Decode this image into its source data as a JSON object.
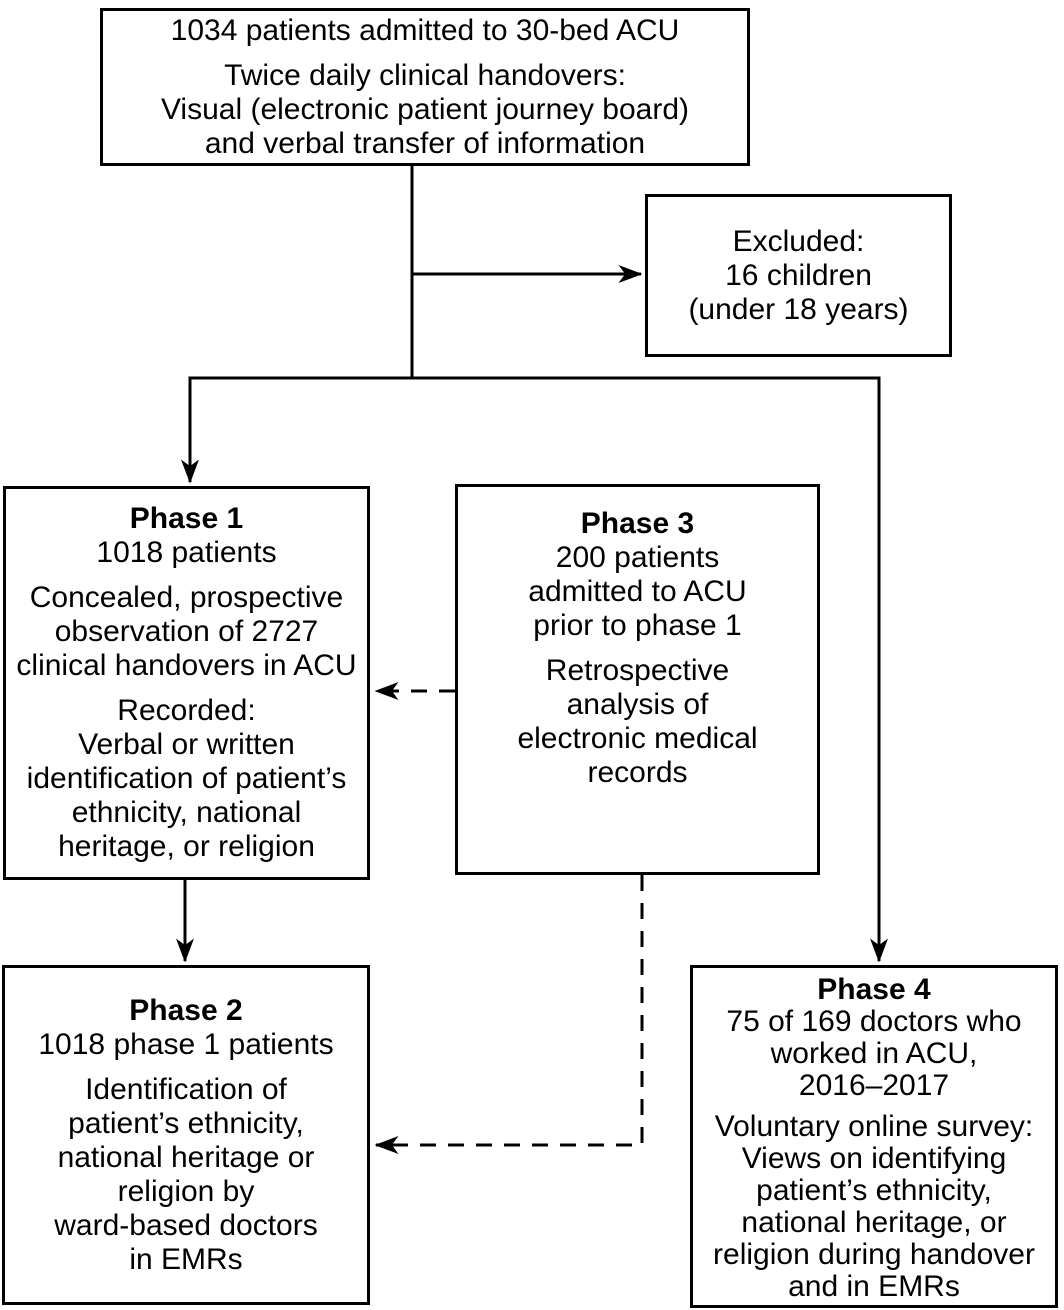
{
  "figure": {
    "type": "flowchart",
    "description": "Patient flow through study phases in a 30-bed ACU"
  },
  "boxes": {
    "admission": {
      "para1": "1034 patients admitted to 30-bed ACU",
      "para2": "Twice daily clinical handovers:\nVisual (electronic patient journey board)\nand verbal transfer of information"
    },
    "excluded": {
      "para1": "Excluded:\n16 children\n(under 18 years)"
    },
    "phase1": {
      "heading": "Phase 1",
      "subheading": "1018 patients",
      "para2": "Concealed, prospective\nobservation of 2727\nclinical handovers in ACU",
      "para3": "Recorded:\nVerbal or written\nidentification of patient’s\nethnicity, national\nheritage, or religion"
    },
    "phase3": {
      "heading": "Phase 3",
      "subheading": "200 patients\nadmitted to ACU\nprior to phase 1",
      "para2": "Retrospective\nanalysis of\nelectronic medical\nrecords"
    },
    "phase2": {
      "heading": "Phase 2",
      "subheading": "1018 phase 1 patients",
      "para2": "Identification of\npatient’s ethnicity,\nnational heritage or\nreligion by\nward-based doctors\nin EMRs"
    },
    "phase4": {
      "heading": "Phase 4",
      "subheading": "75 of 169 doctors who\nworked in ACU,\n2016–2017",
      "para2": "Voluntary online survey:\nViews on identifying\npatient’s ethnicity,\nnational heritage, or\nreligion during handover\nand in EMRs"
    }
  },
  "connections": [
    {
      "from": "admission",
      "to": "excluded",
      "style": "solid",
      "arrow": true
    },
    {
      "from": "admission",
      "to": "phase1",
      "style": "solid",
      "arrow": true
    },
    {
      "from": "admission",
      "to": "phase4",
      "style": "solid",
      "arrow": true
    },
    {
      "from": "phase1",
      "to": "phase2",
      "style": "solid",
      "arrow": true
    },
    {
      "from": "phase3",
      "to": "phase1",
      "style": "dashed",
      "arrow": true
    },
    {
      "from": "phase3",
      "to": "phase2",
      "style": "dashed",
      "arrow": true
    }
  ],
  "colors": {
    "line": "#000000",
    "text": "#000000",
    "background": "#ffffff"
  }
}
